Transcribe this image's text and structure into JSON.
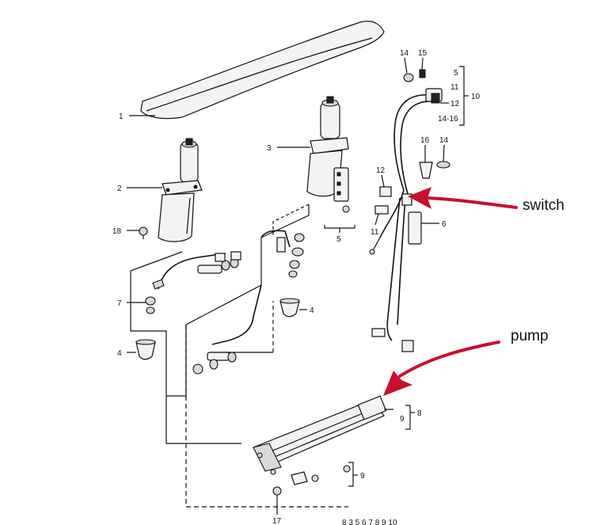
{
  "callouts": {
    "c1": "1",
    "c2": "2",
    "c3": "3",
    "c4a": "4",
    "c4b": "4",
    "c5": "5",
    "c6": "6",
    "c7": "7",
    "c8": "8",
    "c9a": "9",
    "c9b": "9",
    "c10": "10",
    "c11": "11",
    "c12": "12",
    "c14": "14",
    "c14b": "14",
    "c15": "15",
    "c16": "16",
    "c17": "17",
    "c18": "18",
    "group10": [
      "5",
      "11",
      "12",
      "14-16"
    ],
    "bottom_row": "8 3 5 6 7 8 9 10"
  },
  "annotations": {
    "switch": "switch",
    "pump": "pump"
  },
  "colors": {
    "line": "#111111",
    "arrow": "#c8102e",
    "background": "#ffffff"
  }
}
